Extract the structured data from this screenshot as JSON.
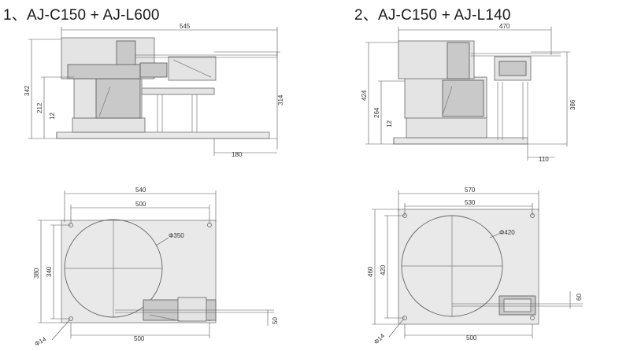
{
  "titles": {
    "left": "1、AJ-C150 + AJ-L600",
    "right": "2、AJ-C150 + AJ-L140"
  },
  "left_side": {
    "width_top": "545",
    "height_total": "342",
    "height_mid": "212",
    "height_small": "12",
    "height_right": "314",
    "bottom_offset": "180"
  },
  "left_top": {
    "width_outer": "540",
    "width_inner": "500",
    "height_outer": "380",
    "height_inner": "340",
    "bowl_dia": "Φ350",
    "hole_dia": "Φ14",
    "bottom_width": "500",
    "track_h": "50"
  },
  "right_side": {
    "width_top": "470",
    "height_total": "424",
    "height_mid": "264",
    "height_small": "12",
    "height_right": "386",
    "bottom_offset": "110"
  },
  "right_top": {
    "width_outer": "570",
    "width_inner": "530",
    "height_outer": "460",
    "height_inner": "420",
    "bowl_dia": "Φ420",
    "hole_dia": "Φ14",
    "bottom_width": "500",
    "track_h": "60"
  }
}
